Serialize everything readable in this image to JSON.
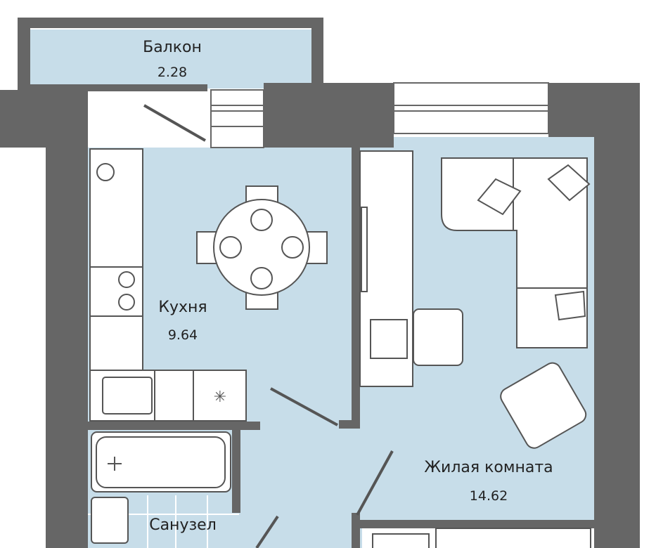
{
  "rooms": [
    {
      "name": "Балкон",
      "area": "2.28"
    },
    {
      "name": "Кухня",
      "area": "9.64"
    },
    {
      "name": "Жилая комната",
      "area": "14.62"
    },
    {
      "name": "Санузел"
    }
  ],
  "colors": {
    "wall": "#666666",
    "floor": "#c7dde9",
    "furniture": "#ffffff",
    "stroke": "#555555"
  }
}
